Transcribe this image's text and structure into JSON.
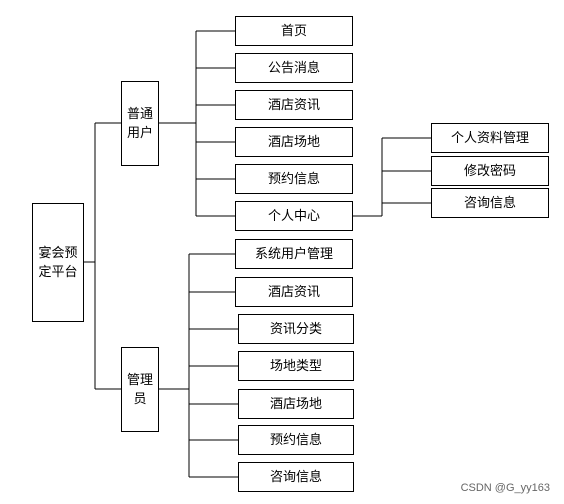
{
  "root": {
    "label": "宴会预定平台"
  },
  "groups": [
    {
      "label": "普通用户",
      "items": [
        "首页",
        "公告消息",
        "酒店资讯",
        "酒店场地",
        "预约信息",
        "个人中心"
      ],
      "sub": {
        "parent": "个人中心",
        "items": [
          "个人资料管理",
          "修改密码",
          "咨询信息"
        ]
      }
    },
    {
      "label": "管理员",
      "items": [
        "系统用户管理",
        "酒店资讯",
        "资讯分类",
        "场地类型",
        "酒店场地",
        "预约信息",
        "咨询信息"
      ]
    }
  ],
  "watermark": "CSDN @G_yy163"
}
